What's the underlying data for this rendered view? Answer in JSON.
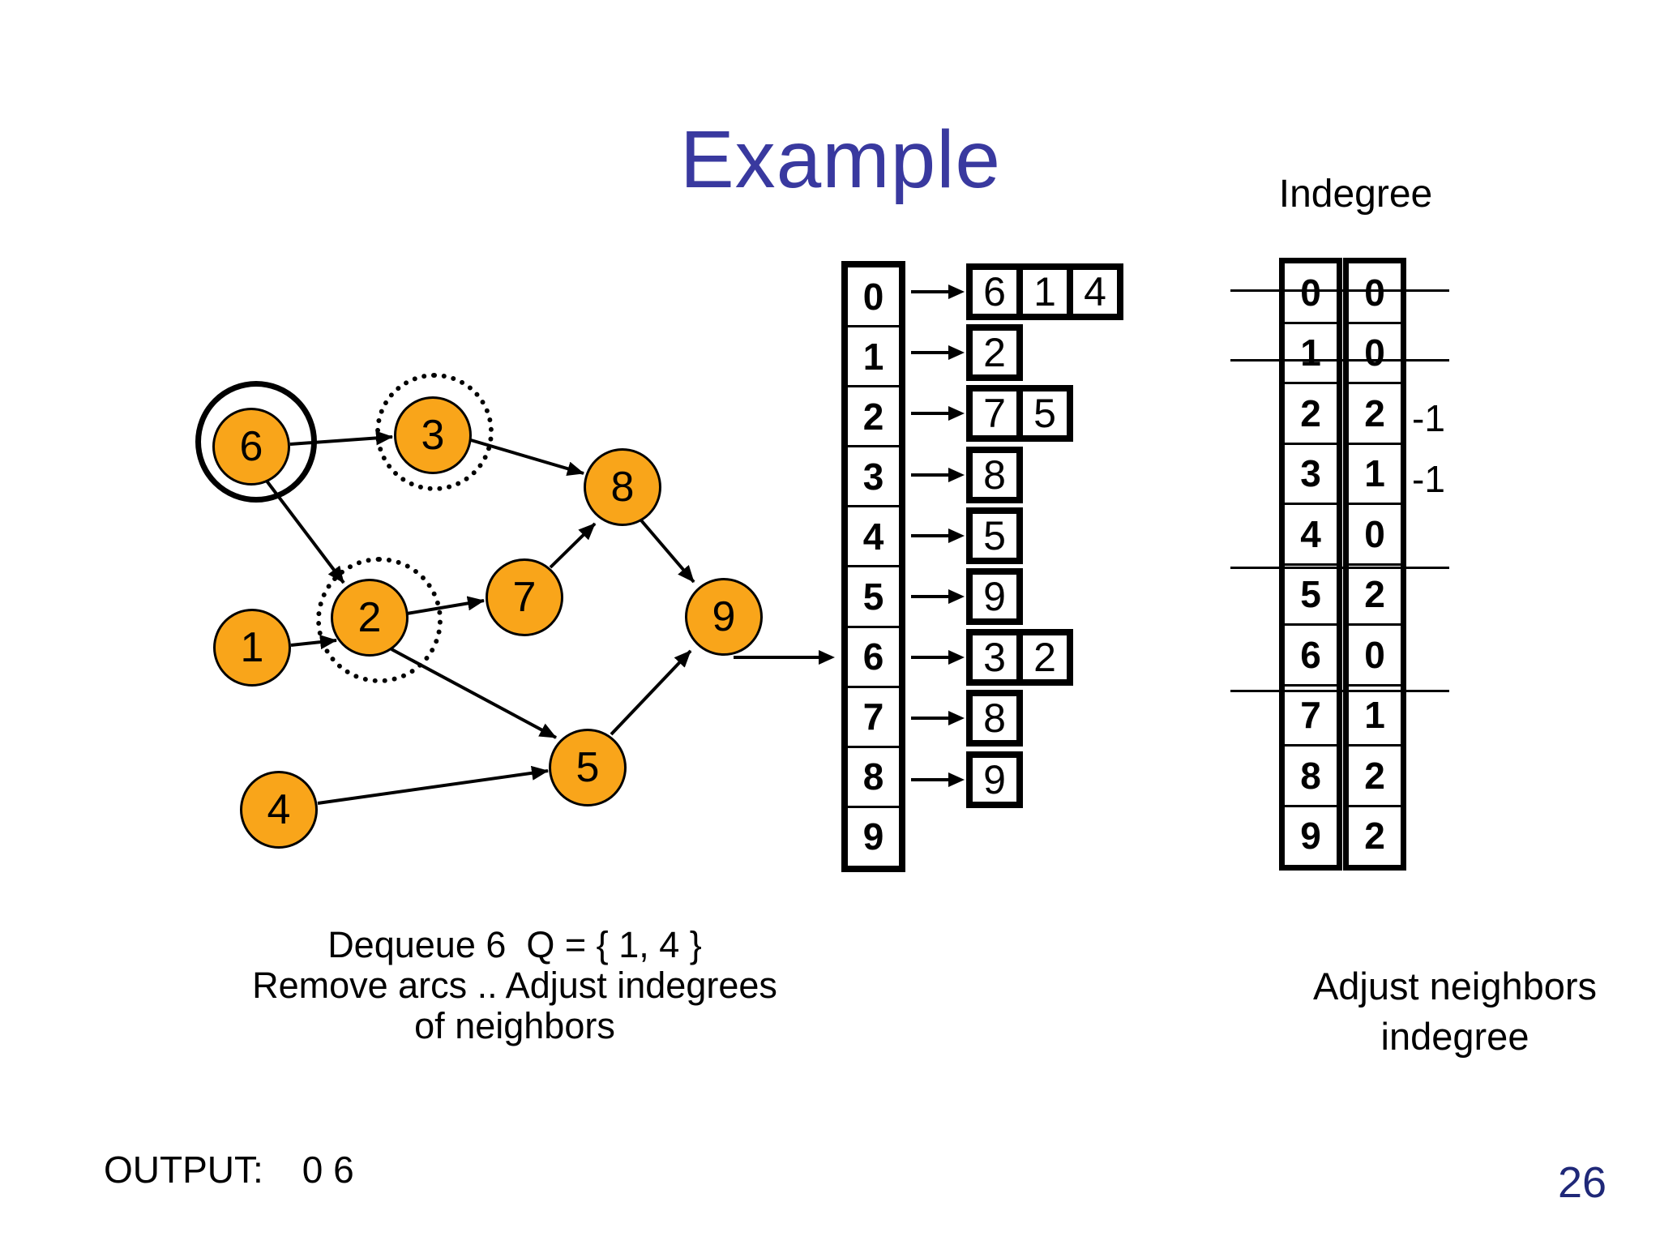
{
  "slide": {
    "title": "Example",
    "page_number": "26",
    "caption": {
      "lines": [
        "Dequeue 6  Q = { 1, 4 }",
        "Remove arcs .. Adjust indegrees",
        "of neighbors"
      ]
    },
    "output": {
      "label": "OUTPUT:",
      "value": "0 6"
    },
    "right_caption": {
      "lines": [
        "Adjust neighbors",
        "indegree"
      ]
    },
    "colors": {
      "node_fill": "#F9A51A",
      "title_text": "#39399F",
      "page_number_text": "#1F2878",
      "ink": "#000000"
    }
  },
  "graph": {
    "nodes": [
      {
        "label": "6",
        "highlight": "solid-ring-just-dequeued"
      },
      {
        "label": "3",
        "highlight": "dotted-ring-neighbor"
      },
      {
        "label": "8",
        "highlight": "none"
      },
      {
        "label": "2",
        "highlight": "dotted-ring-neighbor"
      },
      {
        "label": "1",
        "highlight": "none"
      },
      {
        "label": "7",
        "highlight": "none"
      },
      {
        "label": "9",
        "highlight": "none"
      },
      {
        "label": "5",
        "highlight": "none"
      },
      {
        "label": "4",
        "highlight": "none"
      }
    ],
    "edges": [
      "6-3",
      "6-2",
      "3-8",
      "1-2",
      "2-7",
      "2-5",
      "7-8",
      "8-9",
      "5-9",
      "4-5"
    ]
  },
  "adjacency_list": {
    "rows": [
      {
        "index": "0",
        "neighbors": [
          "6",
          "1",
          "4"
        ]
      },
      {
        "index": "1",
        "neighbors": [
          "2"
        ]
      },
      {
        "index": "2",
        "neighbors": [
          "7",
          "5"
        ]
      },
      {
        "index": "3",
        "neighbors": [
          "8"
        ]
      },
      {
        "index": "4",
        "neighbors": [
          "5"
        ]
      },
      {
        "index": "5",
        "neighbors": [
          "9"
        ]
      },
      {
        "index": "6",
        "neighbors": [
          "3",
          "2"
        ]
      },
      {
        "index": "7",
        "neighbors": [
          "8"
        ]
      },
      {
        "index": "8",
        "neighbors": [
          "9"
        ]
      },
      {
        "index": "9",
        "neighbors": []
      }
    ]
  },
  "indegree_table": {
    "title": "Indegree",
    "rows": [
      {
        "index": "0",
        "value": "0",
        "struck": true
      },
      {
        "index": "1",
        "value": "0",
        "struck": true
      },
      {
        "index": "2",
        "value": "2",
        "adjustment": "-1"
      },
      {
        "index": "3",
        "value": "1",
        "adjustment": "-1"
      },
      {
        "index": "4",
        "value": "0",
        "line_below": true
      },
      {
        "index": "5",
        "value": "2"
      },
      {
        "index": "6",
        "value": "0",
        "line_below": true
      },
      {
        "index": "7",
        "value": "1"
      },
      {
        "index": "8",
        "value": "2"
      },
      {
        "index": "9",
        "value": "2"
      }
    ],
    "adjustments": [
      {
        "text": "-1",
        "target_row": "2"
      },
      {
        "text": "-1",
        "target_row": "3"
      }
    ]
  }
}
